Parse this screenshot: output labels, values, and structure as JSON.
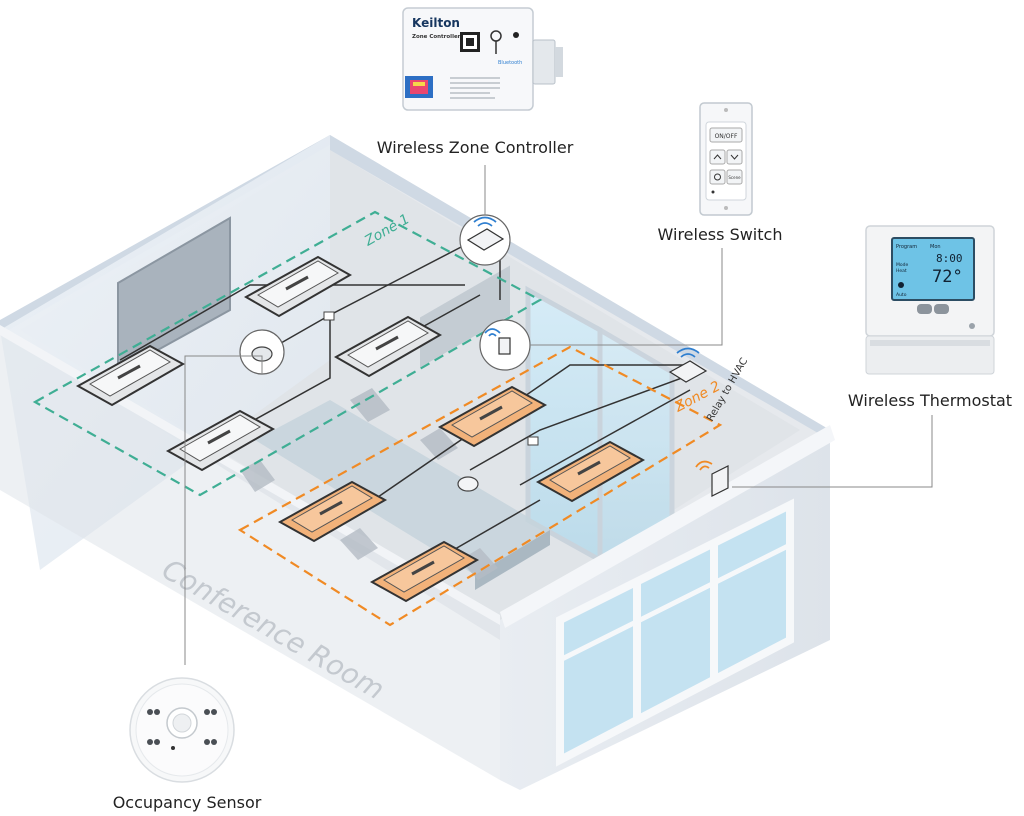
{
  "labels": {
    "zone_controller": "Wireless Zone Controller",
    "wireless_switch": "Wireless Switch",
    "thermostat": "Wireless Thermostat",
    "occupancy_sensor": "Occupancy Sensor",
    "room_name": "Conference Room",
    "zone1": "Zone 1",
    "zone2": "Zone 2",
    "relay": "Relay to HVAC"
  },
  "device_text": {
    "brand": "Keilton",
    "controller_model": "Zone Controller",
    "bluetooth": "Bluetooth",
    "switch_onoff": "ON/OFF",
    "switch_scene": "Scene",
    "thermo_program": "Program",
    "thermo_mon": "Mon",
    "thermo_mode": "Mode",
    "thermo_heat": "Heat",
    "thermo_temp": "72°",
    "thermo_time": "8:00",
    "thermo_auto": "Auto"
  },
  "colors": {
    "zone1": "#3fae94",
    "zone2": "#f08a24",
    "fixture_zone2": "#f2b27a",
    "fixture_zone1": "#e4e6e8",
    "wifi": "#2f7fd0",
    "lcd": "#6ec3e6"
  }
}
